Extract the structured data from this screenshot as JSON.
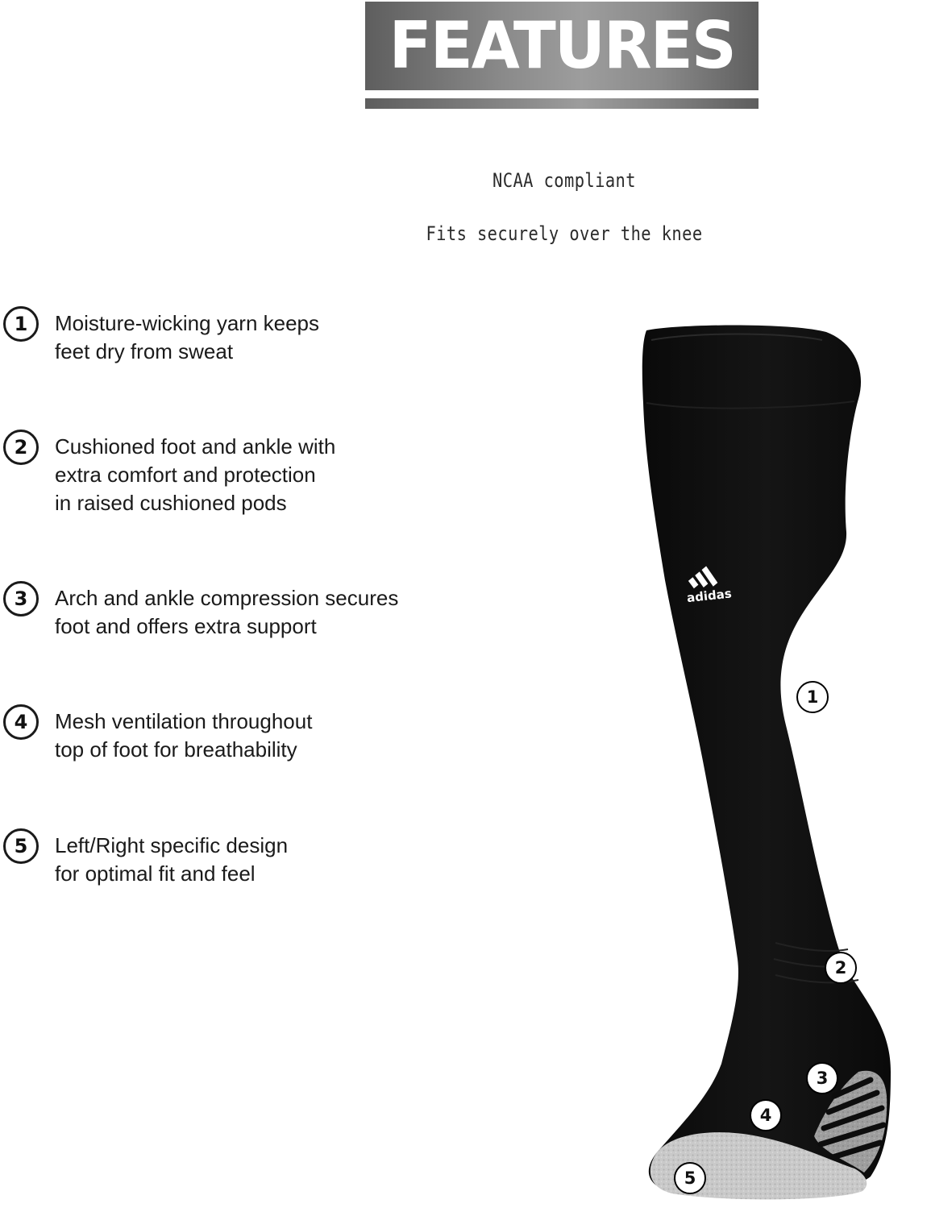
{
  "header": {
    "title": "FEATURES"
  },
  "taglines": [
    "NCAA compliant",
    "Fits securely over the knee"
  ],
  "features": [
    {
      "number": "1",
      "lines": [
        "Moisture-wicking yarn keeps",
        "feet dry from sweat"
      ]
    },
    {
      "number": "2",
      "lines": [
        "Cushioned foot and ankle with",
        "extra comfort and protection",
        "in raised cushioned pods"
      ]
    },
    {
      "number": "3",
      "lines": [
        "Arch and ankle compression secures",
        "foot and offers extra support"
      ]
    },
    {
      "number": "4",
      "lines": [
        "Mesh ventilation throughout",
        "top of foot for breathability"
      ]
    },
    {
      "number": "5",
      "lines": [
        "Left/Right specific design",
        "for optimal fit and feel"
      ]
    }
  ],
  "product_image": {
    "brand_text": "adidas",
    "callouts": [
      "1",
      "2",
      "3",
      "4",
      "5"
    ]
  },
  "colors": {
    "banner_gray": "#8a8a8a",
    "sock_black": "#0d0d0d",
    "cushion_gray": "#9a9a9a",
    "toe_gray": "#c8c8c8",
    "text": "#1a1a1a"
  }
}
